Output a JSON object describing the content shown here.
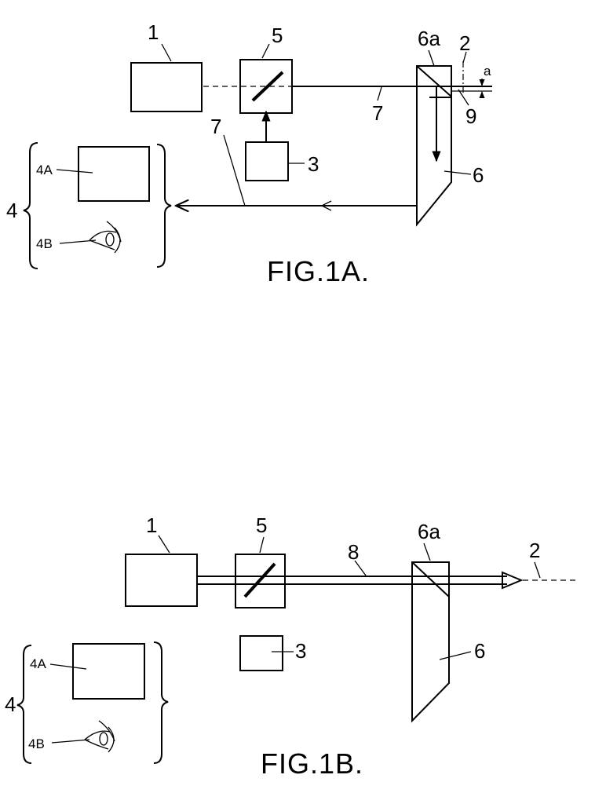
{
  "fig1a": {
    "caption": "FIG.1A.",
    "labels": {
      "n1": "1",
      "n5": "5",
      "n6a": "6a",
      "n2": "2",
      "a": "a",
      "n9": "9",
      "n7_beam": "7",
      "n7_lower": "7",
      "n3": "3",
      "n6": "6",
      "n4": "4",
      "n4A": "4A",
      "n4B": "4B"
    }
  },
  "fig1b": {
    "caption": "FIG.1B.",
    "labels": {
      "n1": "1",
      "n5": "5",
      "n6a": "6a",
      "n2": "2",
      "n8": "8",
      "n3": "3",
      "n6": "6",
      "n4": "4",
      "n4A": "4A",
      "n4B": "4B"
    }
  }
}
